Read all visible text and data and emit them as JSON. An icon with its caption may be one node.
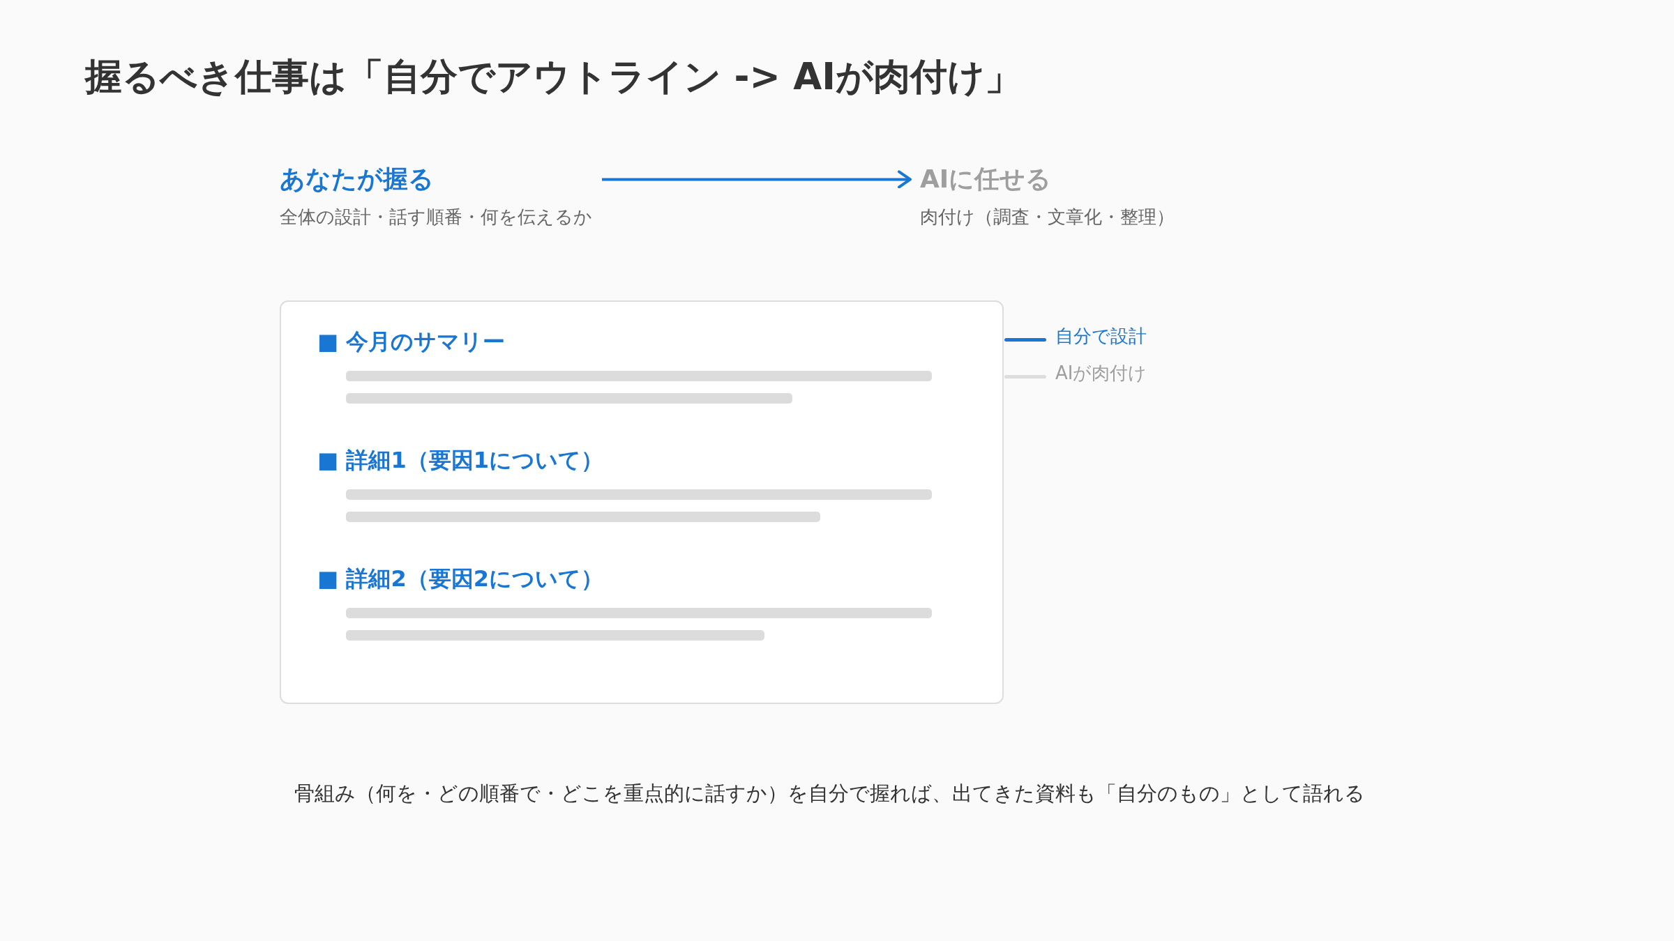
{
  "diagram": {
    "title": "握るべき仕事は「自分でアウトライン -> AIが肉付け」",
    "nodes": [
      {
        "text": [
          "あなたが握る",
          "全体の設計・話す順番・何を伝えるか"
        ]
      },
      {
        "text": [
          "AIに任せる",
          "肉付け（調査・文章化・整理）"
        ]
      },
      {
        "text": [
          "■ 今月のサマリー",
          "■ 詳細1（要因1について）",
          "■ 詳細2（要因2について）"
        ]
      }
    ],
    "edges": [
      {
        "from": 0,
        "to": 1,
        "arrow": "to",
        "color": "#1976d2"
      }
    ],
    "legend": [
      {
        "text": "自分で設計"
      },
      {
        "text": "AIが肉付け"
      }
    ],
    "caption": "骨組み（何を・どの順番で・どこを重点的に話すか）を自分で握れば、出てきた資料も「自分のもの」として語れる"
  }
}
